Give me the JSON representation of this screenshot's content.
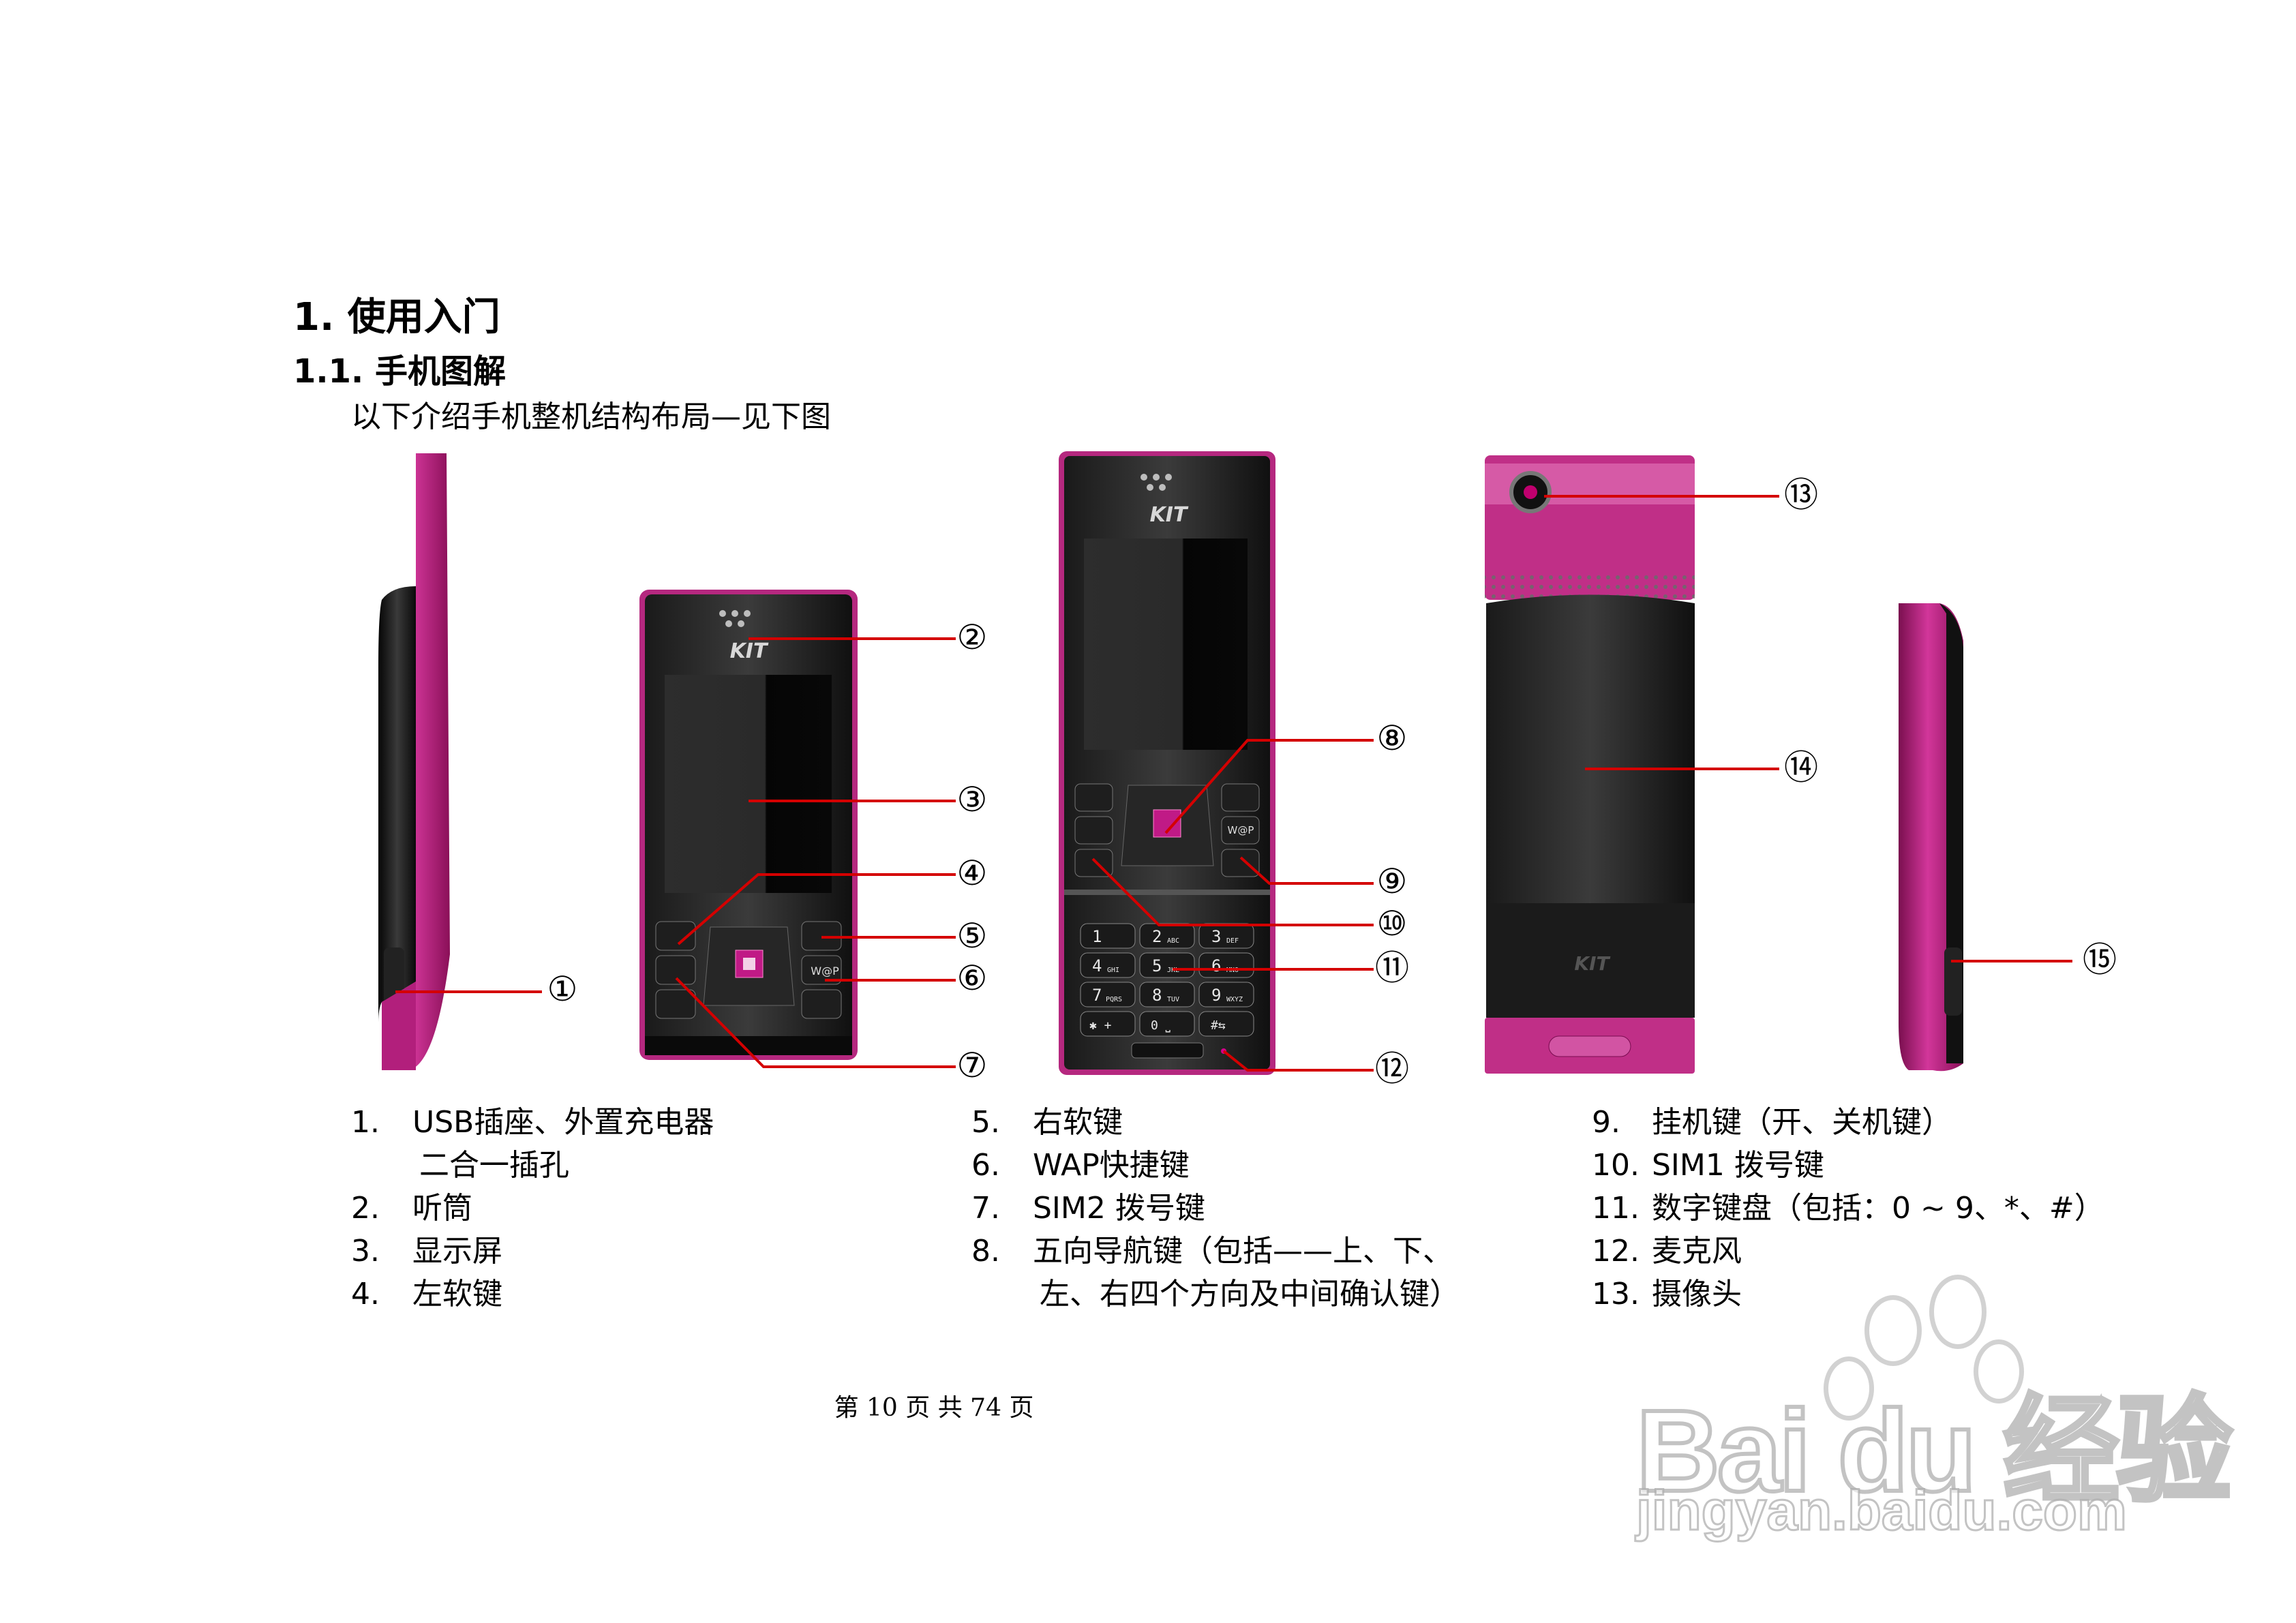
{
  "heading1": "1.  使用入门",
  "heading2": "1.1.  手机图解",
  "intro": "以下介绍手机整机结构布局—见下图",
  "brand": "KIT",
  "callouts": [
    "①",
    "②",
    "③",
    "④",
    "⑤",
    "⑥",
    "⑦",
    "⑧",
    "⑨",
    "⑩",
    "⑪",
    "⑫",
    "⑬",
    "⑭",
    "⑮"
  ],
  "keys": {
    "k1": "1",
    "k2": "2",
    "k2s": "ABC",
    "k3": "3",
    "k3s": "DEF",
    "k4": "4",
    "k4s": "GHI",
    "k5": "5",
    "k5s": "JKL",
    "k6": "6",
    "k6s": "MNO",
    "k7": "7",
    "k7s": "PQRS",
    "k8": "8",
    "k8s": "TUV",
    "k9": "9",
    "k9s": "WXYZ",
    "kstar": "✱ +",
    "k0": "0 ⎵",
    "khash": "#⇆",
    "wap": "W@P"
  },
  "legend": {
    "col1": [
      {
        "num": "1.",
        "text": "USB插座、外置充电器",
        "cont": "二合一插孔"
      },
      {
        "num": "2.",
        "text": "听筒"
      },
      {
        "num": "3.",
        "text": "显示屏"
      },
      {
        "num": "4.",
        "text": "左软键"
      }
    ],
    "col2": [
      {
        "num": "5.",
        "text": "右软键"
      },
      {
        "num": "6.",
        "text": "WAP快捷键"
      },
      {
        "num": "7.",
        "text": "SIM2  拨号键"
      },
      {
        "num": "8.",
        "text": "五向导航键（包括——上、下、",
        "cont": "左、右四个方向及中间确认键）"
      }
    ],
    "col3": [
      {
        "num": "9.",
        "text": "挂机键（开、关机键）"
      },
      {
        "num": "10.",
        "text": "SIM1  拨号键"
      },
      {
        "num": "11.",
        "text": "数字键盘（包括：0 ~ 9、*、#）"
      },
      {
        "num": "12.",
        "text": "麦克风"
      },
      {
        "num": "13.",
        "text": "摄像头"
      }
    ]
  },
  "footer": "第 10 页 共 74 页",
  "watermark": {
    "logo": "Bai du 经验",
    "url": "jingyan.baidu.com"
  },
  "colors": {
    "accent": "#c2187e",
    "callout_line": "#d40000",
    "body": "#101010"
  }
}
